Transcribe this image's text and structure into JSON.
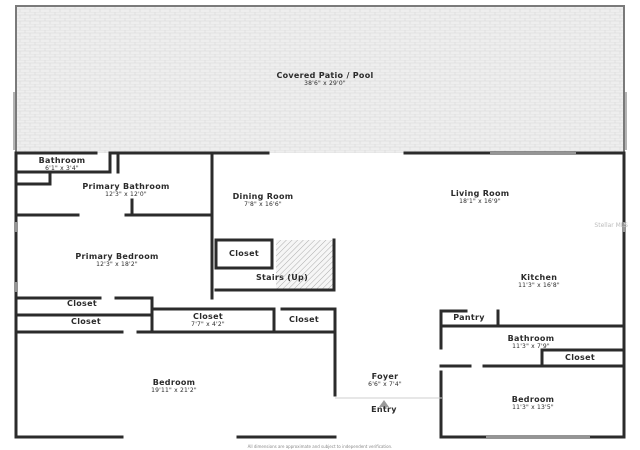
{
  "colors": {
    "wall": "#2b2b2b",
    "patio_tile": "#e6e6e6",
    "floor": "#ffffff",
    "stairs_fill": "#f2f2f2"
  },
  "rooms": {
    "covered_patio": {
      "name": "Covered Patio / Pool",
      "dims": "38'6\" x 29'0\""
    },
    "bathroom_small": {
      "name": "Bathroom",
      "dims": "6'1\" x 3'4\""
    },
    "primary_bathroom": {
      "name": "Primary Bathroom",
      "dims": "12'3\" x 12'0\""
    },
    "primary_bedroom": {
      "name": "Primary Bedroom",
      "dims": "12'3\" x 18'2\""
    },
    "dining_room": {
      "name": "Dining Room",
      "dims": "7'8\" x 16'6\""
    },
    "living_room": {
      "name": "Living Room",
      "dims": "18'1\" x 16'9\""
    },
    "closet_hall": {
      "name": "Closet",
      "dims": ""
    },
    "stairs": {
      "name": "Stairs (Up)",
      "dims": ""
    },
    "kitchen": {
      "name": "Kitchen",
      "dims": "11'3\" x 16'8\""
    },
    "closet_a": {
      "name": "Closet",
      "dims": ""
    },
    "closet_b": {
      "name": "Closet",
      "dims": ""
    },
    "closet_mid": {
      "name": "Closet",
      "dims": "7'7\" x 4'2\""
    },
    "closet_small": {
      "name": "Closet",
      "dims": ""
    },
    "pantry": {
      "name": "Pantry",
      "dims": ""
    },
    "bathroom_east": {
      "name": "Bathroom",
      "dims": "11'3\" x 7'9\""
    },
    "closet_east": {
      "name": "Closet",
      "dims": ""
    },
    "bedroom_west": {
      "name": "Bedroom",
      "dims": "19'11\" x 21'2\""
    },
    "foyer": {
      "name": "Foyer",
      "dims": "6'6\" x 7'4\""
    },
    "bedroom_east": {
      "name": "Bedroom",
      "dims": "11'3\" x 13'5\""
    }
  },
  "entry": {
    "label": "Entry"
  },
  "footer": {
    "disclaimer": "All dimensions are approximate and subject to independent verification."
  },
  "watermark": {
    "text": "Stellar MLS"
  }
}
